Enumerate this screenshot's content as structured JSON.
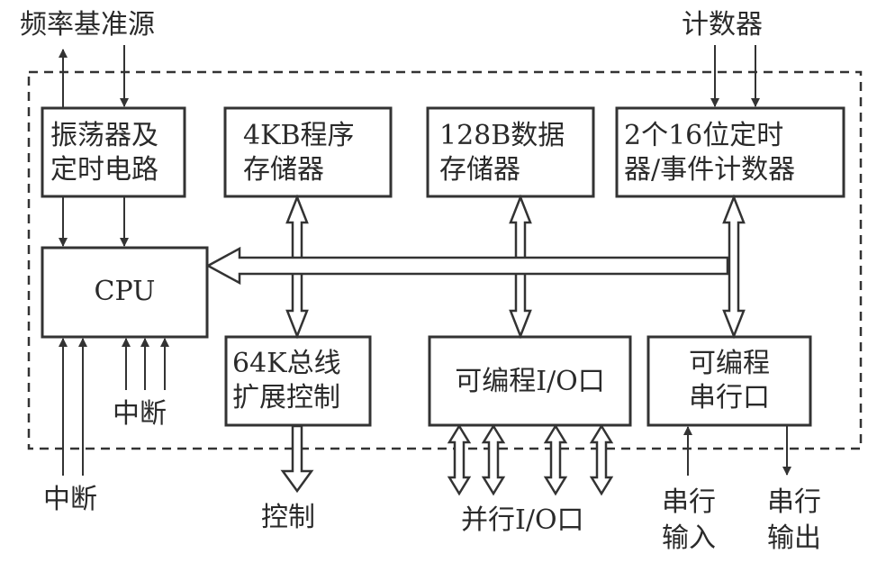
{
  "diagram": {
    "title": "",
    "external_labels": {
      "freq_source": "频率基准源",
      "counter": "计数器",
      "interrupt_inner": "中断",
      "interrupt_outer": "中断",
      "control": "控制",
      "parallel_io": "并行I/O口",
      "serial_in_line1": "串行",
      "serial_in_line2": "输入",
      "serial_out_line1": "串行",
      "serial_out_line2": "输出"
    },
    "blocks": {
      "oscillator": {
        "line1": "振荡器及",
        "line2": "定时电路"
      },
      "program_memory": {
        "line1": "4KB程序",
        "line2": "存储器"
      },
      "data_memory": {
        "line1": "128B数据",
        "line2": "存储器"
      },
      "timer": {
        "line1": "2个16位定时",
        "line2": "器/事件计数器"
      },
      "cpu": {
        "line1": "CPU"
      },
      "bus_control": {
        "line1": "64K总线",
        "line2": "扩展控制"
      },
      "parallel_port": {
        "line1": "可编程I/O口"
      },
      "serial_port": {
        "line1": "可编程",
        "line2": "串行口"
      }
    },
    "colors": {
      "stroke": "#333333",
      "background": "#ffffff"
    }
  }
}
